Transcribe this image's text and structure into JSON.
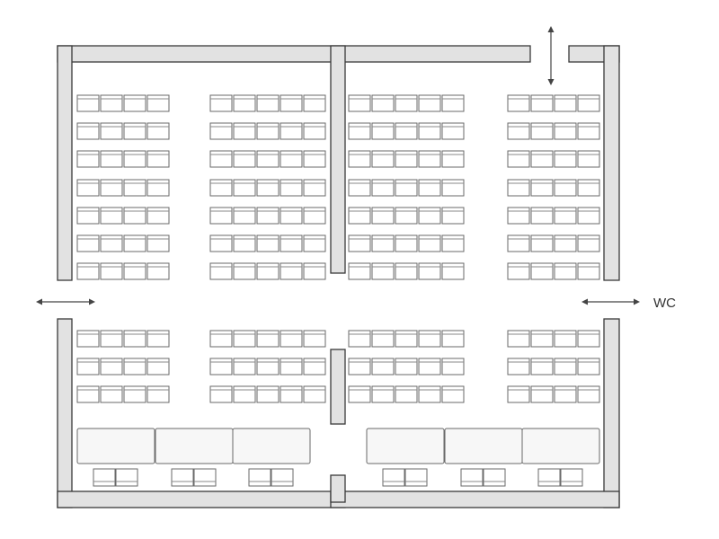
{
  "plan": {
    "labels": {
      "wc": "WC"
    },
    "colors": {
      "wall_fill": "#e2e2e2",
      "wall_stroke": "#3a3a3a",
      "seat_stroke": "#6a6a6a",
      "arrow": "#444444"
    },
    "elements": {
      "seat_rows_upper": 7,
      "seat_rows_lower": 3,
      "seat_blocks_per_row": 4,
      "seats_per_block": [
        4,
        5,
        5,
        4
      ],
      "tables": 6,
      "chairs_per_table": 2,
      "doorway_arrows": [
        "left",
        "top-right",
        "right-wc"
      ]
    }
  }
}
